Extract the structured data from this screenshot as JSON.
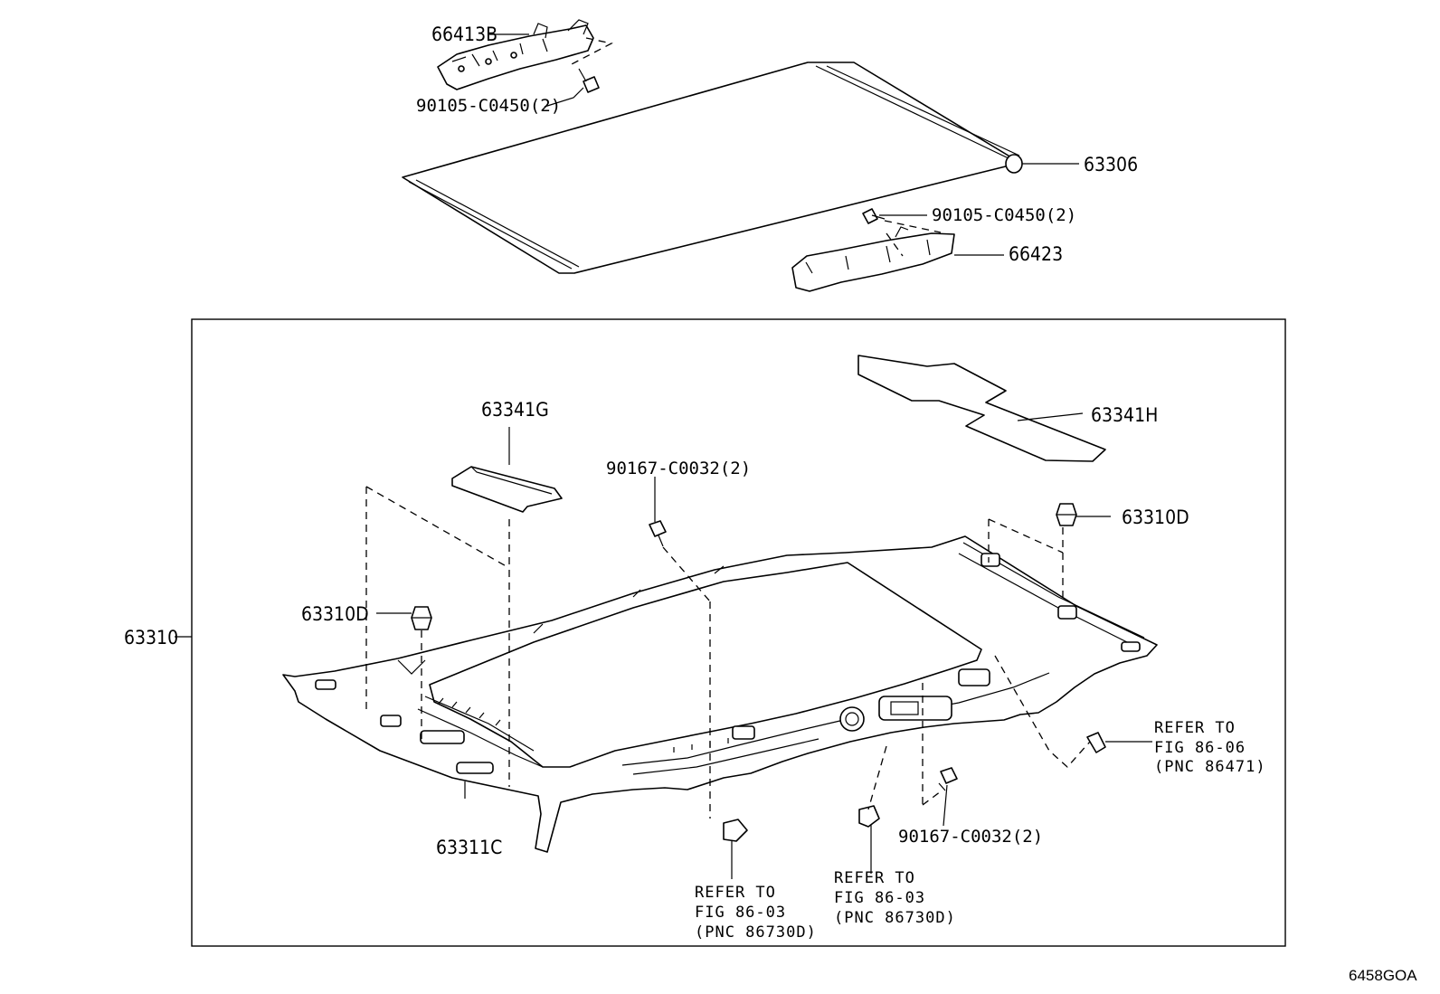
{
  "labels": {
    "p66413B": "66413B",
    "p90105_top": "90105-C0450(2)",
    "p63306": "63306",
    "p90105_mid": "90105-C0450(2)",
    "p66423": "66423",
    "p63341G": "63341G",
    "p63341H": "63341H",
    "p90167_top": "90167-C0032(2)",
    "p63310D_right": "63310D",
    "p63310D_left": "63310D",
    "p63310": "63310",
    "p63311C": "63311C",
    "p90167_bottom": "90167-C0032(2)"
  },
  "references": {
    "ref_86471": [
      "REFER TO",
      "FIG 86-06",
      "(PNC 86471)"
    ],
    "ref_86730D_a": [
      "REFER TO",
      "FIG 86-03",
      "(PNC 86730D)"
    ],
    "ref_86730D_b": [
      "REFER TO",
      "FIG 86-03",
      "(PNC 86730D)"
    ]
  },
  "figure_code": "6458GOA"
}
